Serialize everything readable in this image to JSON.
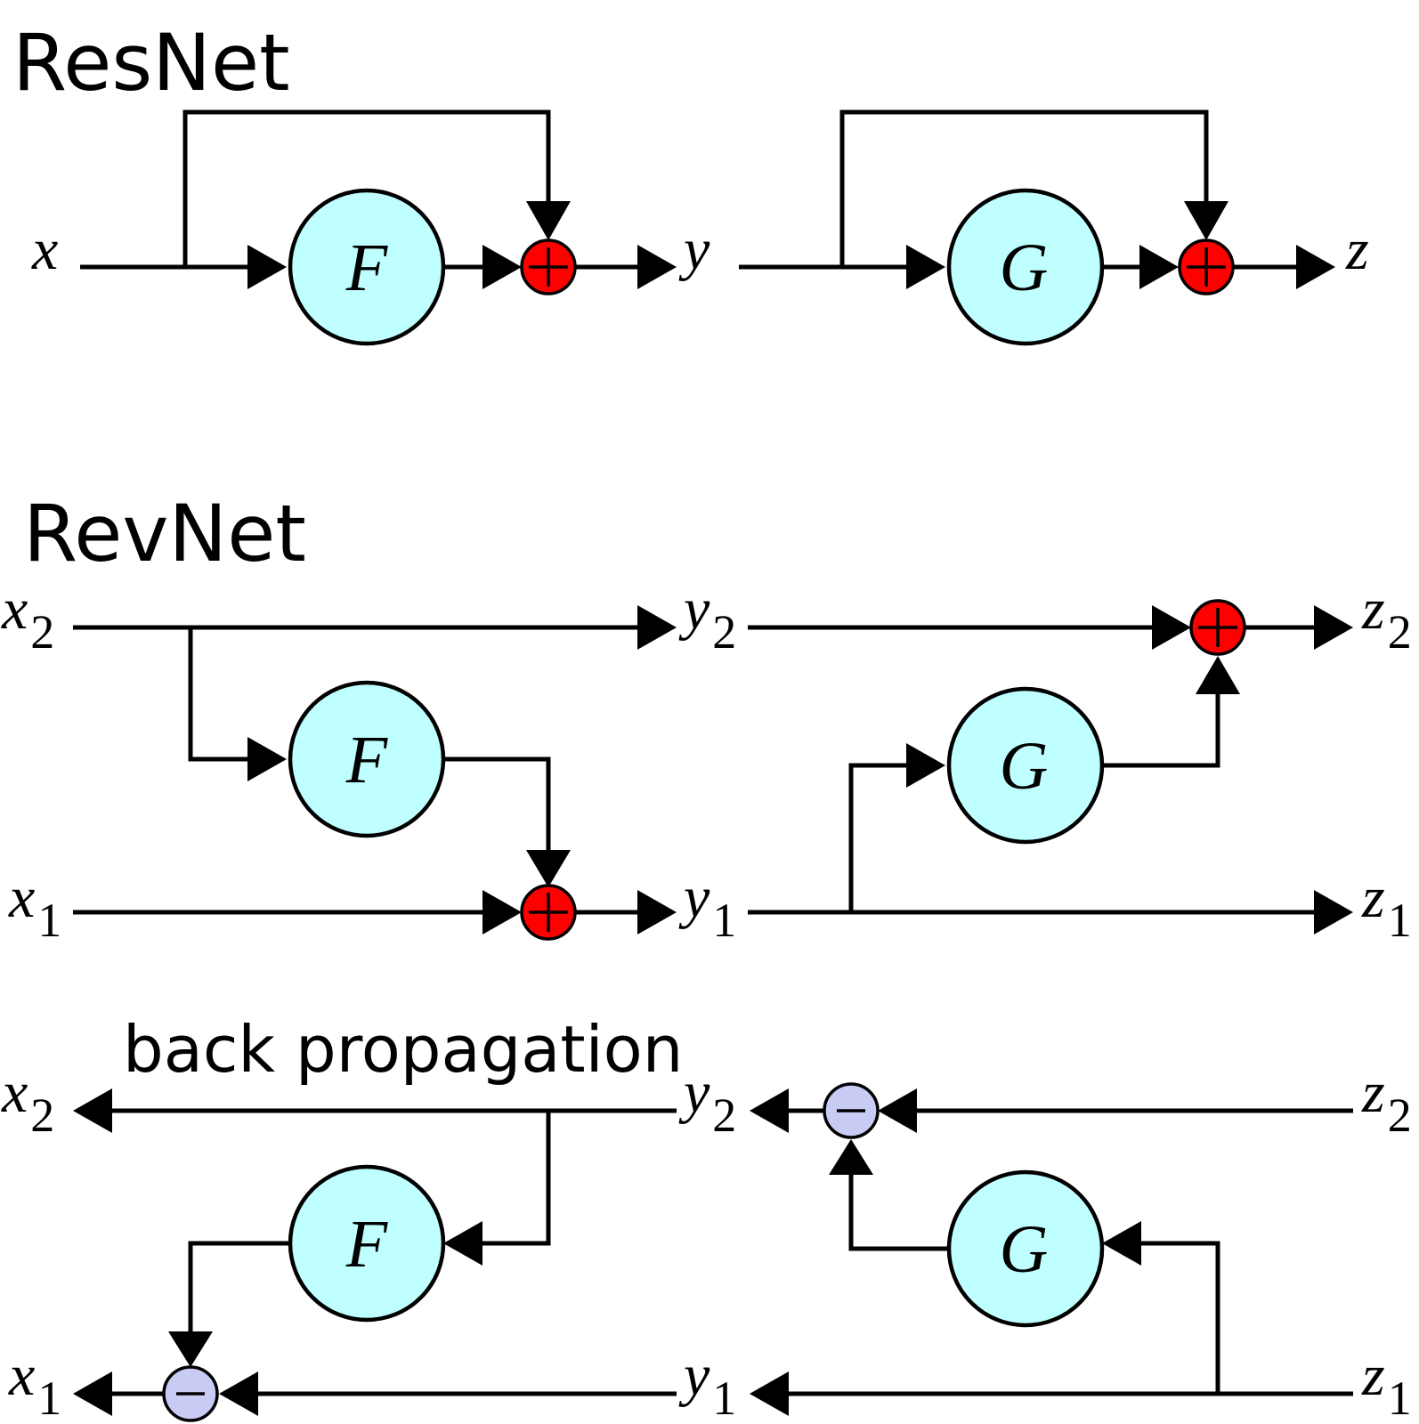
{
  "resnet": {
    "title": "ResNet",
    "input": "x",
    "mid": "y",
    "output": "z",
    "f_label": "F",
    "g_label": "G"
  },
  "revnet": {
    "title": "RevNet",
    "x2": "x",
    "x2_sub": "2",
    "x1": "x",
    "x1_sub": "1",
    "y2": "y",
    "y2_sub": "2",
    "y1": "y",
    "y1_sub": "1",
    "z2": "z",
    "z2_sub": "2",
    "z1": "z",
    "z1_sub": "1",
    "f_label": "F",
    "g_label": "G"
  },
  "backprop": {
    "caption": "back propagation",
    "x2": "x",
    "x2_sub": "2",
    "x1": "x",
    "x1_sub": "1",
    "y2": "y",
    "y2_sub": "2",
    "y1": "y",
    "y1_sub": "1",
    "z2": "z",
    "z2_sub": "2",
    "z1": "z",
    "z1_sub": "1",
    "f_label": "F",
    "g_label": "G"
  },
  "colors": {
    "function_fill": "#bfffff",
    "add_fill": "#ff0000",
    "subtract_fill": "#c8ccf5",
    "stroke": "#000000"
  },
  "icons": {
    "add": "plus-circle-icon",
    "subtract": "minus-circle-icon",
    "arrow": "arrowhead-icon"
  }
}
